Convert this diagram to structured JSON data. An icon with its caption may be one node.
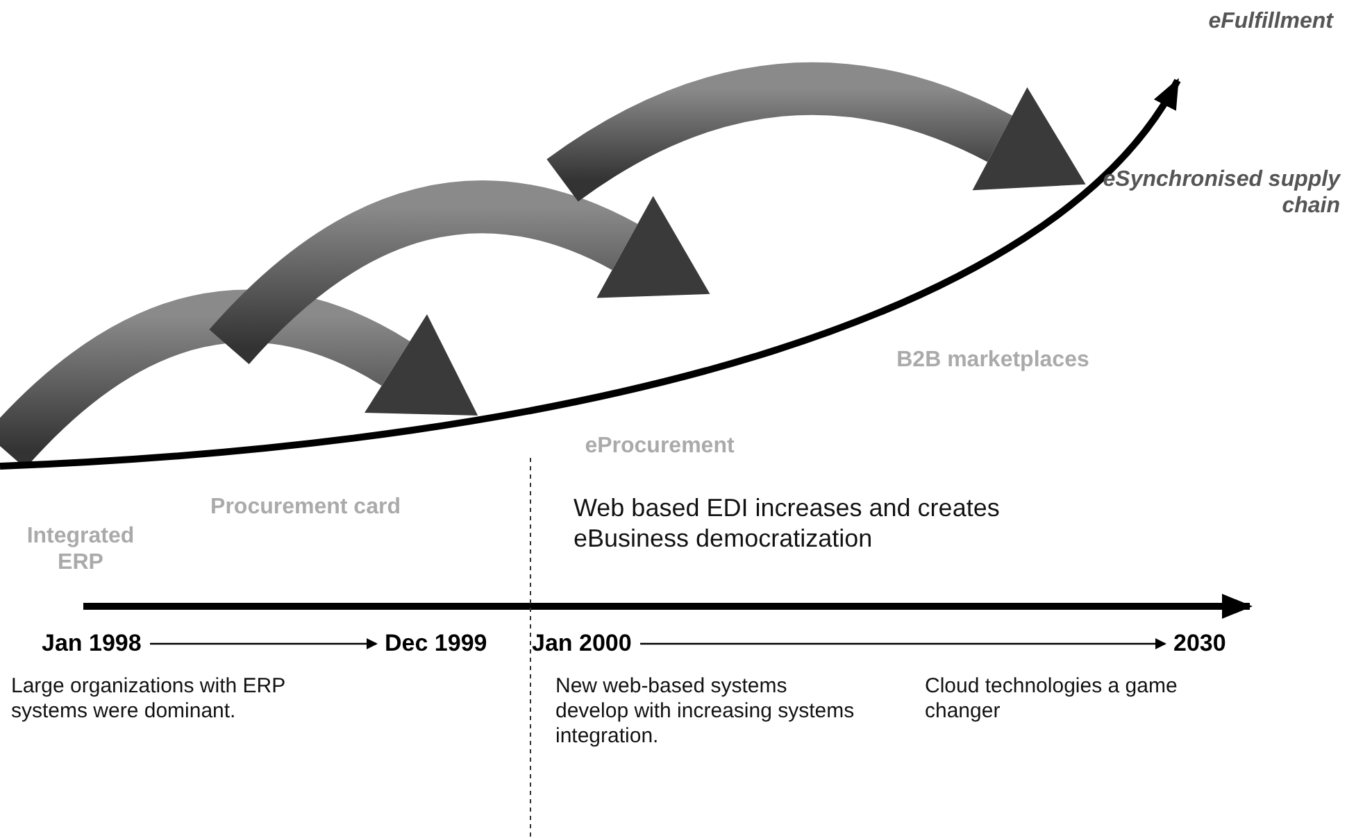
{
  "diagram": {
    "nodes": [
      {
        "text": [
          "Jan 1998"
        ]
      },
      {
        "text": [
          "Dec 1999"
        ]
      },
      {
        "text": [
          "Jan 2000"
        ]
      },
      {
        "text": [
          "2030"
        ]
      }
    ],
    "edges": [
      {
        "from": 0,
        "to": 1,
        "arrow": "to"
      },
      {
        "from": 2,
        "to": 3,
        "arrow": "to"
      }
    ],
    "labels": [
      "eFulfillment",
      "eSynchronised supply chain",
      "B2B marketplaces",
      "eProcurement",
      "Procurement card",
      "Integrated ERP",
      "Web based EDI increases and creates eBusiness democratization",
      "Large organizations with ERP systems were dominant.",
      "New web-based systems develop with increasing systems integration.",
      "Cloud technologies a game changer"
    ]
  }
}
